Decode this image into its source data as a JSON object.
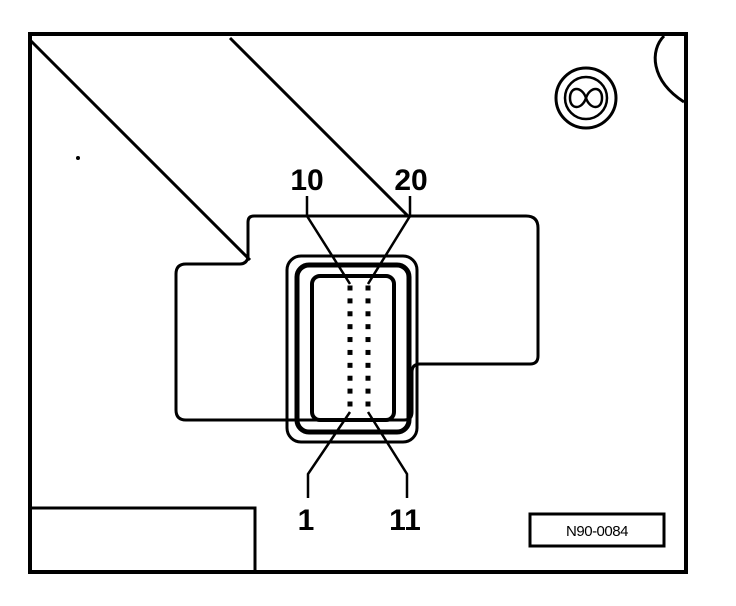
{
  "diagram": {
    "pin_labels": {
      "top_left": "10",
      "top_right": "20",
      "bottom_left": "1",
      "bottom_right": "11"
    },
    "reference_code": "N90-0084",
    "connector": {
      "rows": 2,
      "pins_per_row": 10,
      "total_pins": 20
    }
  }
}
